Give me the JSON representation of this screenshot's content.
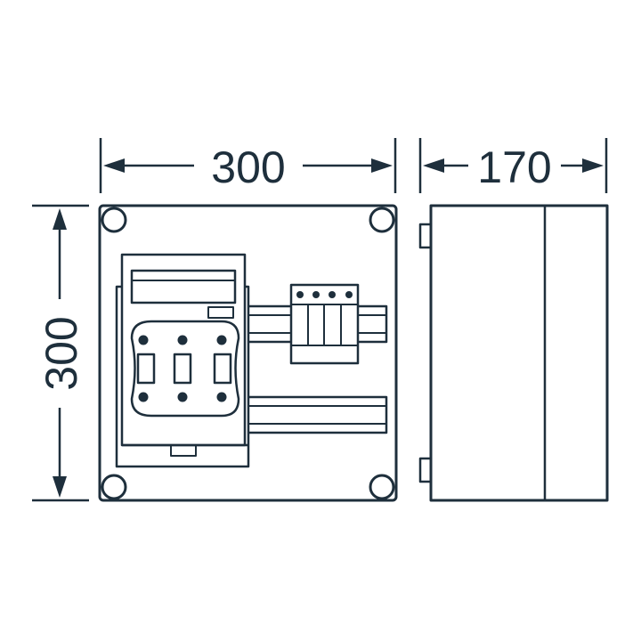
{
  "dimensions": {
    "front_width": "300",
    "front_height": "300",
    "side_depth": "170"
  },
  "colors": {
    "line": "#1e2f3c",
    "background": "#ffffff"
  }
}
